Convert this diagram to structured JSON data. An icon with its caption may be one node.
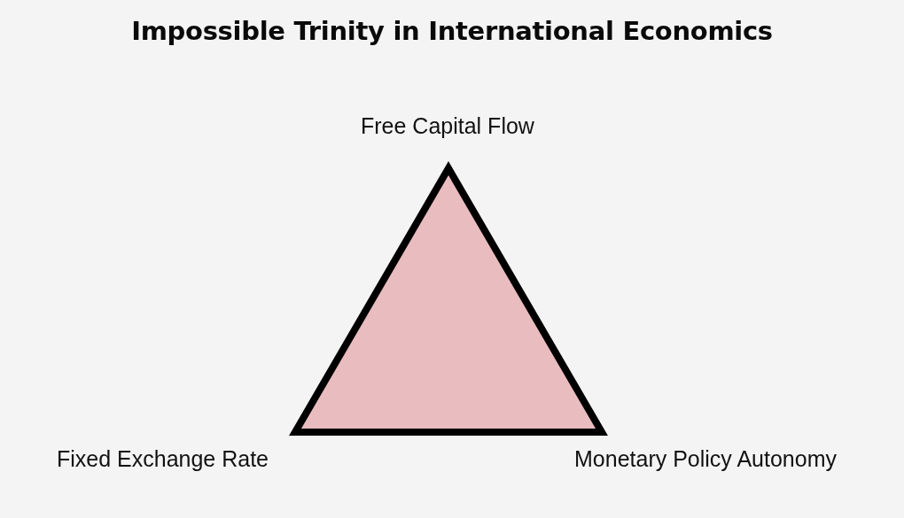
{
  "diagram": {
    "title": "Impossible Trinity in International Economics",
    "nodes": [
      {
        "text": [],
        "shape": "triangle",
        "beside": [
          "Free Capital Flow",
          "Fixed Exchange Rate",
          "Monetary Policy Autonomy"
        ]
      }
    ]
  }
}
